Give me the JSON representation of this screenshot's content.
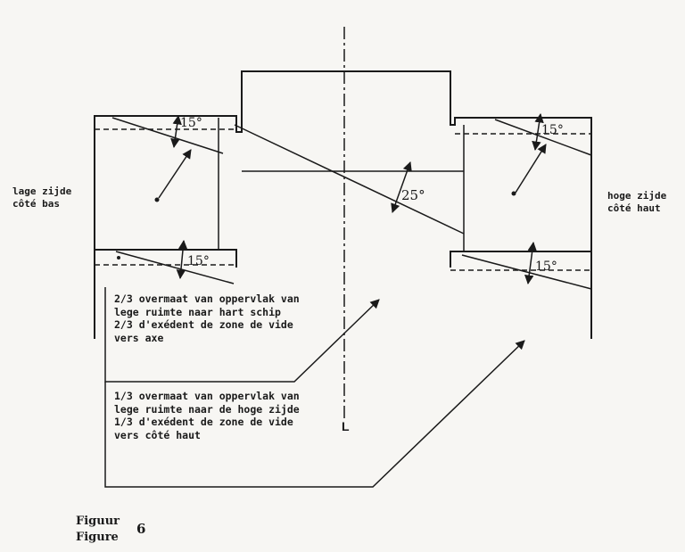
{
  "labels": {
    "left_side": [
      "lage zijde",
      "côté bas"
    ],
    "right_side": [
      "hoge zijde",
      "côté haut"
    ],
    "center_mark": "L"
  },
  "angles": {
    "top_left": "15°",
    "top_right": "15°",
    "bottom_left": "15°",
    "bottom_right": "15°",
    "center": "25°"
  },
  "notes": {
    "two_thirds": [
      "2/3 overmaat van oppervlak van",
      "lege ruimte naar hart schip",
      "2/3 d'exédent de zone de vide",
      "vers axe"
    ],
    "one_third": [
      "1/3 overmaat van oppervlak van",
      "lege ruimte naar de hoge zijde",
      "1/3 d'exédent de zone de vide",
      "vers côté haut"
    ]
  },
  "caption": {
    "line1": "Figuur",
    "line2": "Figure",
    "number": "6"
  }
}
